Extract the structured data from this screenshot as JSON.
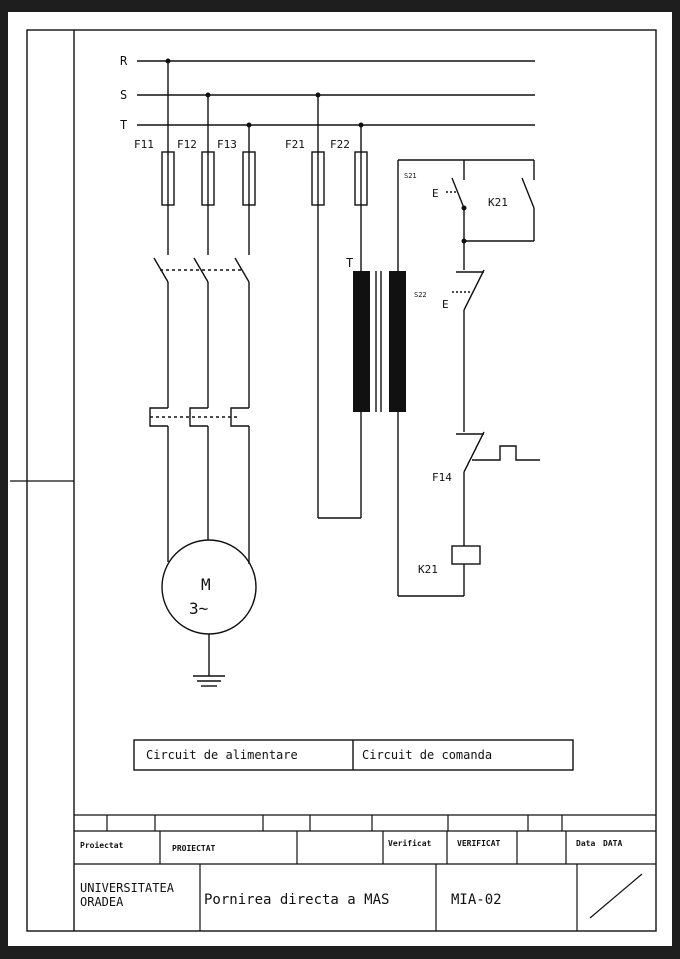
{
  "phases": [
    "R",
    "S",
    "T"
  ],
  "fuses": [
    "F11",
    "F12",
    "F13",
    "F21",
    "F22"
  ],
  "transformer_label": "T",
  "control": {
    "switch_s21": "S21",
    "switch_s22": "S22",
    "e_label_1": "E",
    "e_label_2": "E",
    "contact_label": "K21",
    "thermal_relay": "F14",
    "coil_label": "K21"
  },
  "motor": {
    "line1": "M",
    "line2": "3~"
  },
  "legend": {
    "power_circuit": "Circuit de alimentare",
    "control_circuit": "Circuit de comanda"
  },
  "title_block": {
    "proiectat_label": "Proiectat",
    "proiectat_value": "PROIECTAT",
    "verificat_label": "Verificat",
    "verificat_value": "VERIFICAT",
    "data_label": "Data",
    "data_value": "DATA",
    "institution_line1": "UNIVERSITATEA",
    "institution_line2": "ORADEA",
    "drawing_title": "Pornirea directa a MAS",
    "drawing_code": "MIA-02"
  }
}
